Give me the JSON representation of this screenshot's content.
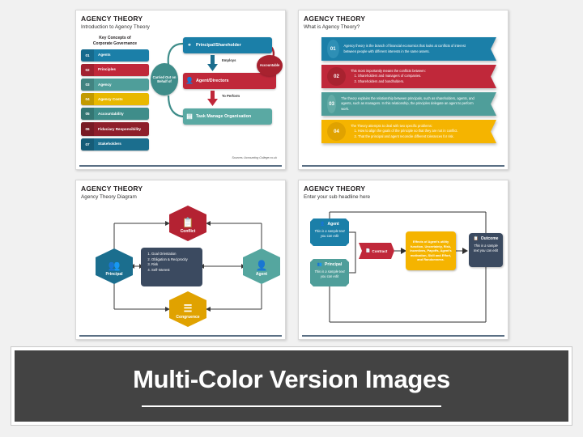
{
  "banner": {
    "title": "Multi-Color Version Images"
  },
  "slide1": {
    "title": "AGENCY THEORY",
    "subtitle": "Introduction to Agency Theory",
    "list_heading": "Key Concepts of\nCorporate Governance",
    "items": [
      {
        "num": "01",
        "label": "Agents",
        "color": "#1b7fa8"
      },
      {
        "num": "02",
        "label": "Principles",
        "color": "#c0283a"
      },
      {
        "num": "03",
        "label": "Agency",
        "color": "#4f9e9a"
      },
      {
        "num": "04",
        "label": "Agency Costs",
        "color": "#e8b800"
      },
      {
        "num": "05",
        "label": "Accountability",
        "color": "#3f8d8a"
      },
      {
        "num": "06",
        "label": "Fiduciary Responsibility",
        "color": "#8e1f2b"
      },
      {
        "num": "07",
        "label": "Stakeholders",
        "color": "#1b6e8e"
      }
    ],
    "flow": {
      "box1": "Principal/Shareholder",
      "box2": "Agent/Directors",
      "box3": "Task Manage Organisation",
      "arrow1": "Employs",
      "arrow2": "To Perform",
      "ellipse_left": "Carried Out on Behalf of",
      "ellipse_right": "Accountable"
    },
    "source": "Sources: Accounting College.co.uk"
  },
  "slide2": {
    "title": "AGENCY THEORY",
    "subtitle": "What is Agency Theory?",
    "banners": [
      {
        "num": "01",
        "color": "#1b7fa8",
        "circle": "#2e8fb5",
        "text": "Agency theory is the branch of financial economics that looks at conflicts of interest between people with different interests in the same assets.",
        "list": []
      },
      {
        "num": "02",
        "color": "#c0283a",
        "circle": "#a8222f",
        "text": "This most importantly means the conflicts between:",
        "list": [
          "Shareholders and managers of companies.",
          "Shareholders and bondholders."
        ]
      },
      {
        "num": "03",
        "color": "#4f9e9a",
        "circle": "#63aba6",
        "text": "The theory explains the relationship between principals, such as shareholders, agents, and agents, such as managers. In this relationship, the principles delegate an agent to perform work.",
        "list": []
      },
      {
        "num": "04",
        "color": "#f5b400",
        "circle": "#e0a200",
        "text": "The Theory attempts to deal with two specific problems:",
        "list": [
          "How to align the goals of the principle so that they are not in conflict.",
          "That the principal and agent reconcile different tolerances for risk."
        ]
      }
    ]
  },
  "slide3": {
    "title": "AGENCY THEORY",
    "subtitle": "Agency Theory Diagram",
    "nodes": {
      "top": "Conflict",
      "bottom": "Congruence",
      "left": "Principal",
      "right": "Agent"
    },
    "center_list": [
      "Goal Orientation",
      "Obligation & Reciprocity",
      "Risk",
      "Self-Interest"
    ]
  },
  "slide4": {
    "title": "AGENCY THEORY",
    "subtitle": "Enter your sub headline here",
    "agent": {
      "label": "Agent",
      "body": "This is a sample text you can edit"
    },
    "principal": {
      "label": "Principal",
      "body": "This is a sample text you can edit"
    },
    "contract": {
      "label": "Contract"
    },
    "effects": "Effects of Agent's utility function, Uncertainty, Risk, Incentives, Payoffs, Agent's motivation, Skill and Effort, and Randomness.",
    "outcome": {
      "label": "Outcome",
      "body": "This is a sample text you can edit"
    }
  }
}
